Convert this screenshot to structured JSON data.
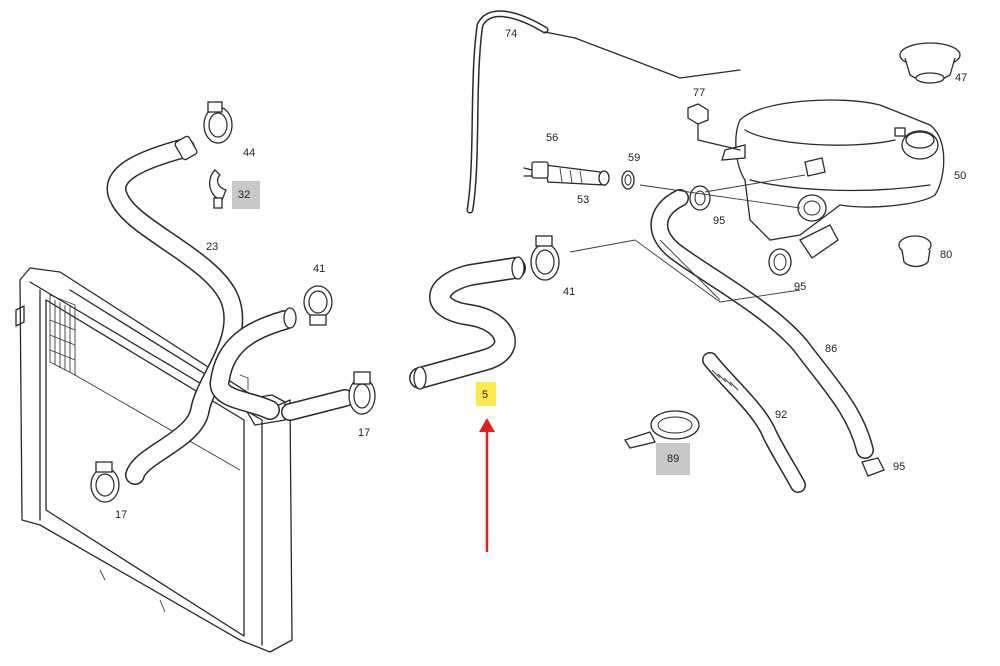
{
  "labels": {
    "l74": "74",
    "l47": "47",
    "l77": "77",
    "l56": "56",
    "l59": "59",
    "l50": "50",
    "l53": "53",
    "l95a": "95",
    "l44": "44",
    "l32": "32",
    "l23": "23",
    "l41a": "41",
    "l41b": "41",
    "l80": "80",
    "l95b": "95",
    "l86": "86",
    "l5": "5",
    "l17a": "17",
    "l17b": "17",
    "l92": "92",
    "l89": "89",
    "l95c": "95"
  },
  "highlight": {
    "primary_part": "5",
    "primary_color": "#ffe94d",
    "secondary_parts": [
      "32",
      "89"
    ],
    "secondary_color": "#c8c8c8",
    "arrow_color": "#e02020"
  }
}
